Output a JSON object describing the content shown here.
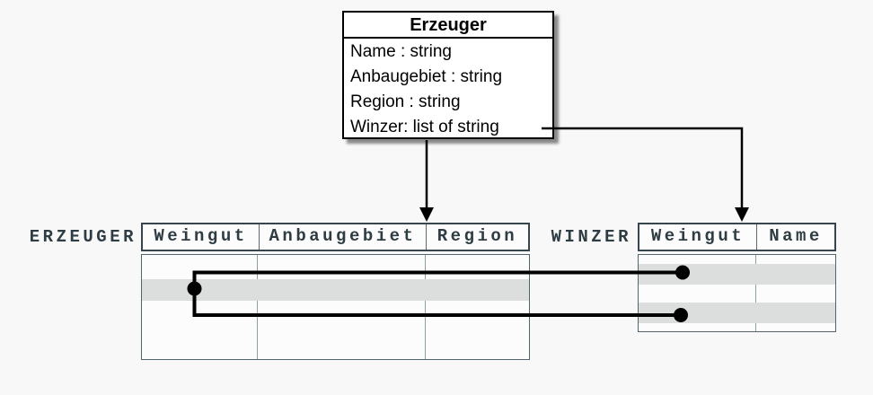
{
  "colors": {
    "background": "#f8f8f8",
    "class_box_fill": "#ffffff",
    "class_box_border": "#000000",
    "table_text": "#2e3c43",
    "header_border": "#37464c",
    "body_border": "#53656c",
    "inner_divider": "#8fa0a0",
    "row_highlight": "#dcdddd",
    "connector": "#000000",
    "table_fill": "#fcfcfc"
  },
  "class_box": {
    "title": "Erzeuger",
    "attributes": [
      "Name : string",
      "Anbaugebiet : string",
      "Region : string",
      "Winzer: list of string"
    ]
  },
  "tables": {
    "erzeuger": {
      "label": "ERZEUGER",
      "columns": [
        "Weingut",
        "Anbaugebiet",
        "Region"
      ],
      "cells_empty": true,
      "highlighted_band_count": 1
    },
    "winzer": {
      "label": "WINZER",
      "columns": [
        "Weingut",
        "Name"
      ],
      "cells_empty": true,
      "highlighted_band_count": 2
    }
  },
  "relations": {
    "arrow_from_class_bottom_to_erzeuger_header": true,
    "arrow_from_winzer_attribute_to_winzer_header": true,
    "row_links_between_erzeuger_and_winzer": 2
  }
}
